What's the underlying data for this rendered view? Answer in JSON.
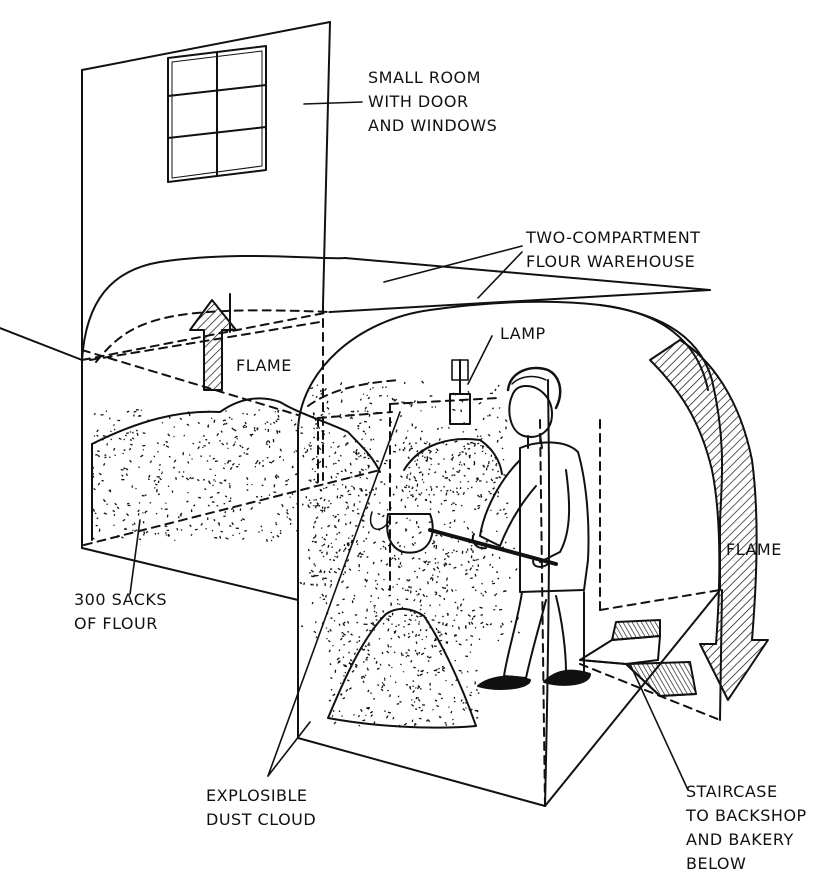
{
  "colors": {
    "ink": "#111111",
    "paper": "#ffffff"
  },
  "labels": {
    "small_room": [
      "SMALL ROOM",
      "WITH DOOR",
      "AND WINDOWS"
    ],
    "warehouse": [
      "TWO-COMPARTMENT",
      "FLOUR WAREHOUSE"
    ],
    "lamp": "LAMP",
    "flame_left": "FLAME",
    "flame_right": "FLAME",
    "sacks": [
      "300 SACKS",
      "OF FLOUR"
    ],
    "dust_cloud": [
      "EXPLOSIBLE",
      "DUST CLOUD"
    ],
    "staircase": [
      "STAIRCASE",
      "TO BACKSHOP",
      "AND BAKERY",
      "BELOW"
    ]
  }
}
